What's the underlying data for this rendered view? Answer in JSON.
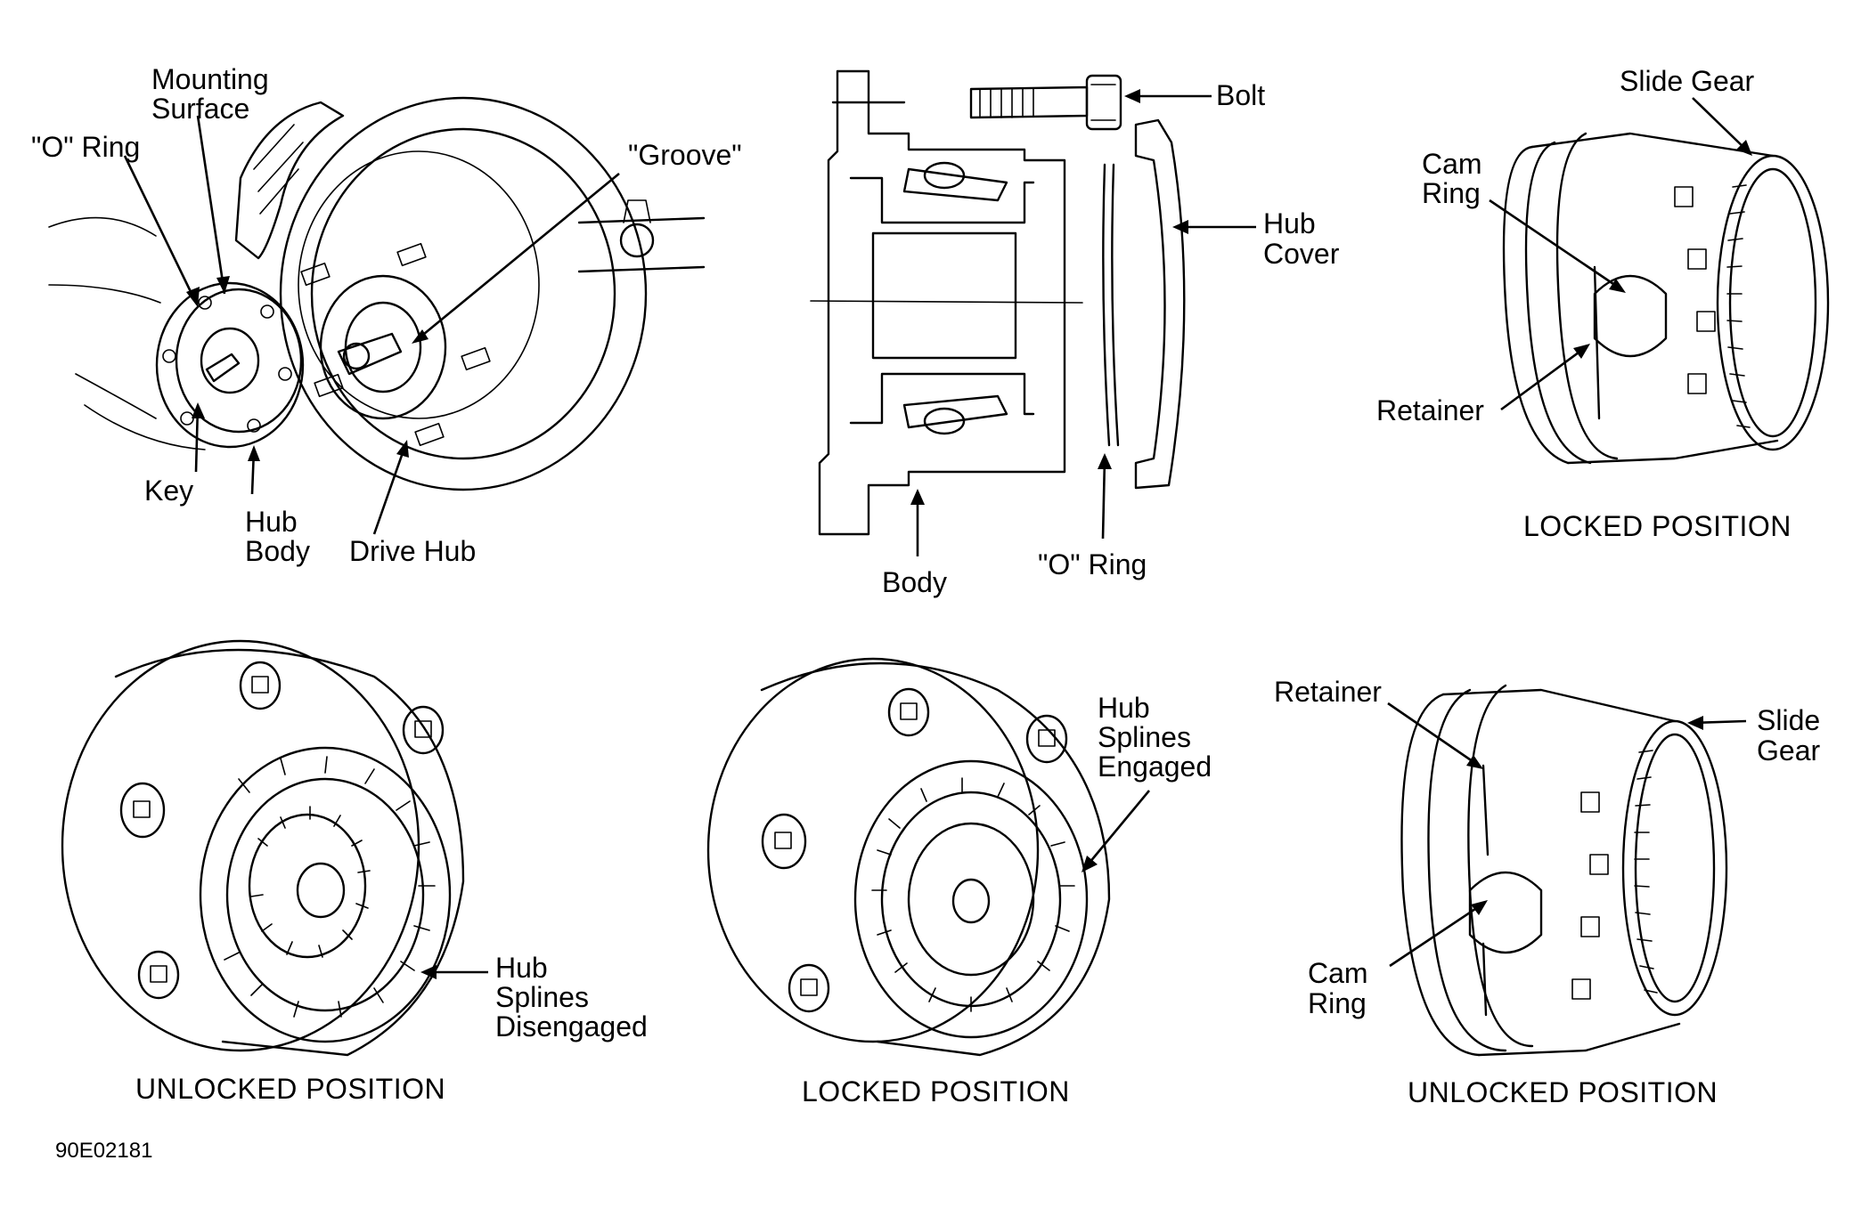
{
  "labels": {
    "mounting_surface": [
      "Mounting",
      "Surface"
    ],
    "o_ring_left": "\"O\" Ring",
    "groove": "\"Groove\"",
    "key": "Key",
    "hub_body": [
      "Hub",
      "Body"
    ],
    "drive_hub": "Drive Hub",
    "bolt": "Bolt",
    "hub_cover": [
      "Hub",
      "Cover"
    ],
    "body": "Body",
    "o_ring_center": "\"O\" Ring",
    "slide_gear_top": "Slide Gear",
    "cam_ring_top": [
      "Cam",
      "Ring"
    ],
    "retainer_top": "Retainer",
    "hub_splines_disengaged": [
      "Hub",
      "Splines",
      "Disengaged"
    ],
    "hub_splines_engaged": [
      "Hub",
      "Splines",
      "Engaged"
    ],
    "retainer_bottom": "Retainer",
    "slide_gear_bottom": [
      "Slide",
      "Gear"
    ],
    "cam_ring_bottom": [
      "Cam",
      "Ring"
    ]
  },
  "captions": {
    "top_right": "LOCKED POSITION",
    "bottom_left": "UNLOCKED POSITION",
    "bottom_center": "LOCKED POSITION",
    "bottom_right": "UNLOCKED POSITION"
  },
  "figure_id": "90E02181"
}
